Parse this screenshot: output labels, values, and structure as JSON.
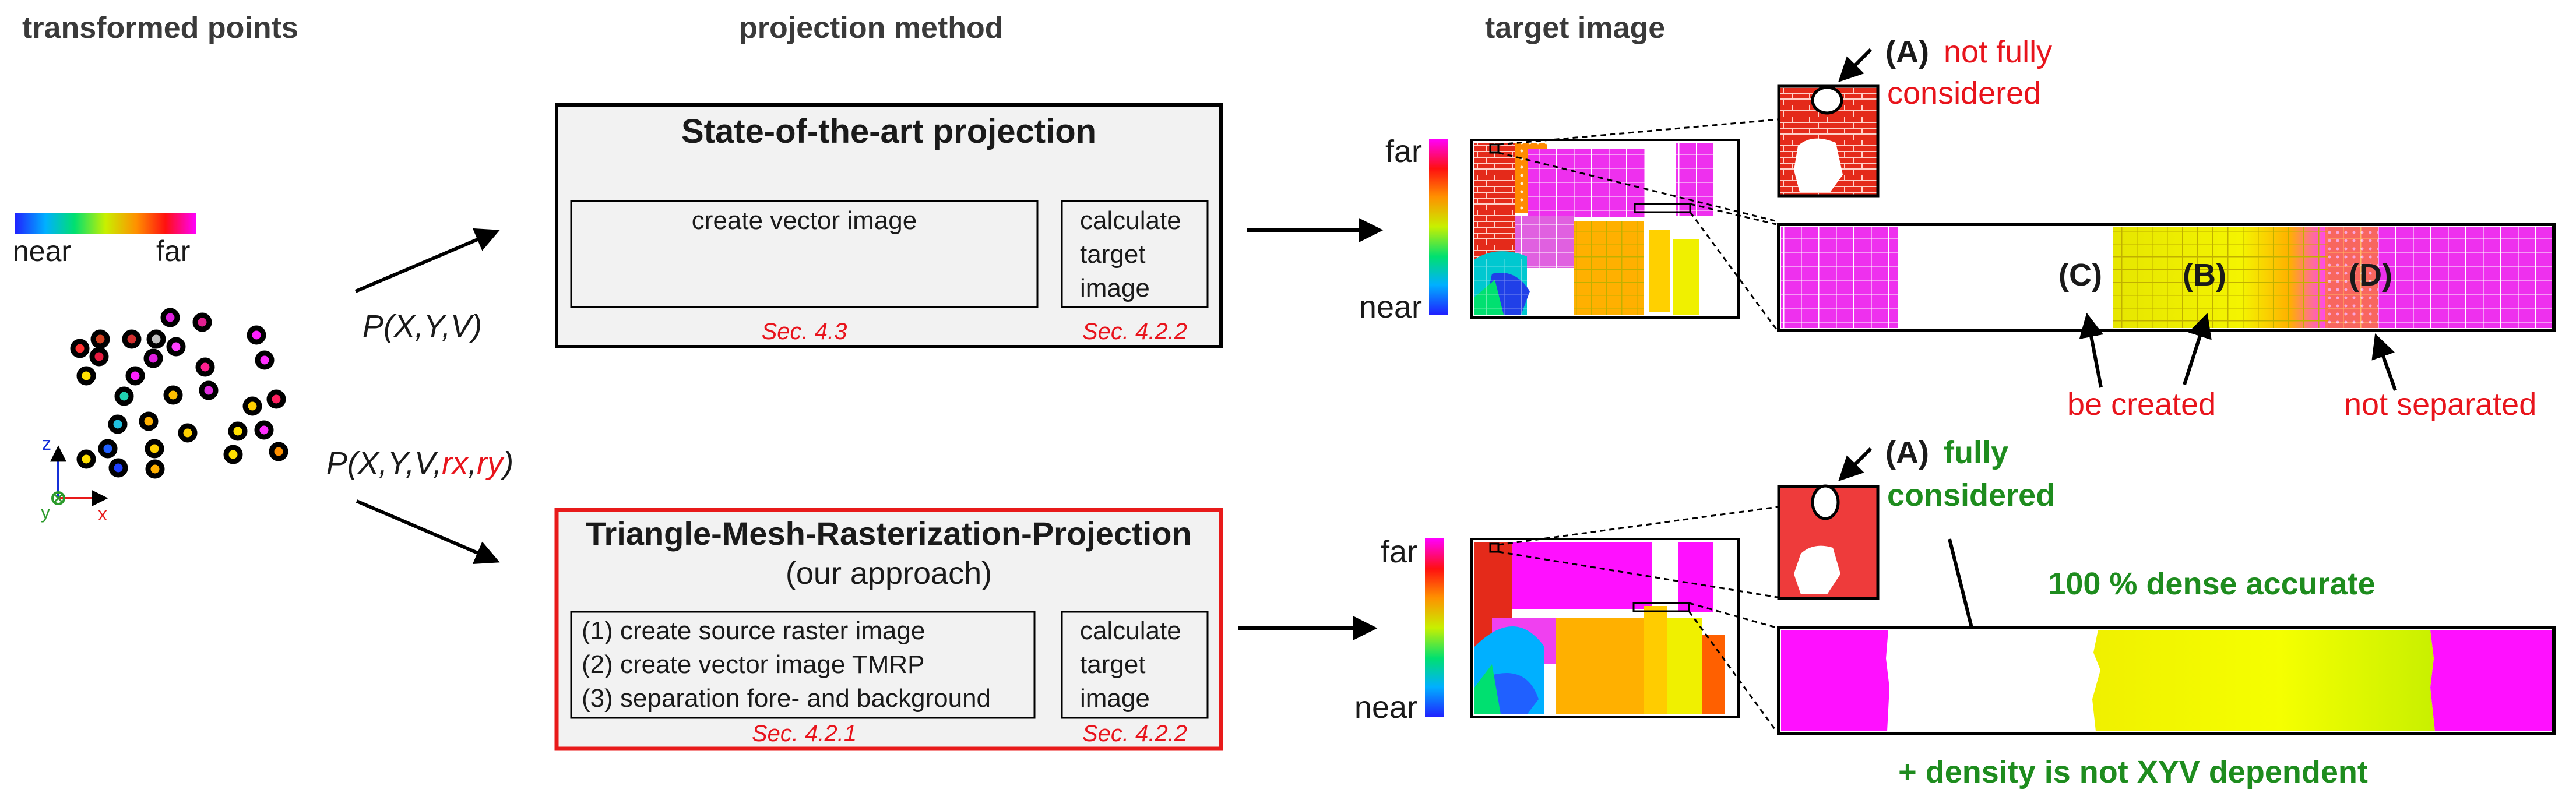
{
  "headers": {
    "transformed_points": "transformed points",
    "projection_method": "projection method",
    "target_image": "target image"
  },
  "depth_scale": {
    "near": "near",
    "far": "far"
  },
  "axes": {
    "z": "z",
    "y": "y",
    "x": "x"
  },
  "arrows": {
    "p_xyv": "P(X,Y,V)",
    "p_xyv_prefix": "P(X,Y,V,",
    "p_rx": "rx",
    "p_comma": ",",
    "p_ry": "ry",
    "p_close": ")"
  },
  "sota_box": {
    "title": "State-of-the-art projection",
    "step_create": "create vector image",
    "calc_line1": "calculate",
    "calc_line2": "target",
    "calc_line3": "image",
    "sec_left": "Sec. 4.3",
    "sec_right": "Sec. 4.2.2"
  },
  "tmrp_box": {
    "title": "Triangle-Mesh-Rasterization-Projection",
    "subtitle": "(our approach)",
    "step1": "(1) create source raster image",
    "step2": "(2) create vector image TMRP",
    "step3": "(3) separation fore- and background",
    "calc_line1": "calculate",
    "calc_line2": "target",
    "calc_line3": "image",
    "sec_left": "Sec. 4.2.1",
    "sec_right": "Sec. 4.2.2"
  },
  "top_annotations": {
    "a_label": "(A)",
    "a_red_1": "not fully",
    "a_red_2": "considered",
    "b_label": "(B)",
    "c_label": "(C)",
    "d_label": "(D)",
    "be_created": "be created",
    "not_separated": "not separated"
  },
  "bottom_annotations": {
    "a_label": "(A)",
    "a_green_1": "fully",
    "a_green_2": "considered",
    "dense": "100 % dense accurate",
    "density": "+ density is not XYV dependent"
  },
  "colors": {
    "red_accent": "#e8141c",
    "green_accent": "#1e8c1e",
    "magenta": "#ff00ff",
    "yellow": "#f0f000",
    "box_fill": "#f2f2f2"
  }
}
